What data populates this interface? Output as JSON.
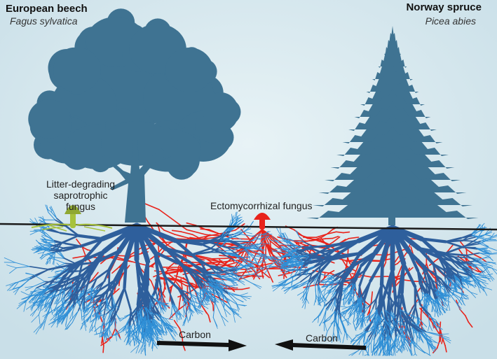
{
  "beech": {
    "common": "European beech",
    "latin": "Fagus sylvatica"
  },
  "spruce": {
    "common": "Norway spruce",
    "latin": "Picea abies"
  },
  "labels": {
    "saprotroph_line1": "Litter-degrading",
    "saprotroph_line2": "saprotrophic fungus",
    "ecm": "Ectomycorrhizal fungus",
    "carbon_left": "Carbon",
    "carbon_right": "Carbon"
  },
  "colors": {
    "background": "#d9eaf0",
    "tree": "#3f7392",
    "root_blue": "#2e5f9c",
    "root_tip": "#2f8fd6",
    "hyphae_red": "#e8231b",
    "sapro_green": "#a7c23c",
    "ground_line": "#1a1a1a",
    "arrow": "#111111"
  },
  "icons": [
    "beech-tree-icon",
    "spruce-tree-icon",
    "mushroom-icon",
    "ectomycorrhizal-mushroom-icon"
  ]
}
